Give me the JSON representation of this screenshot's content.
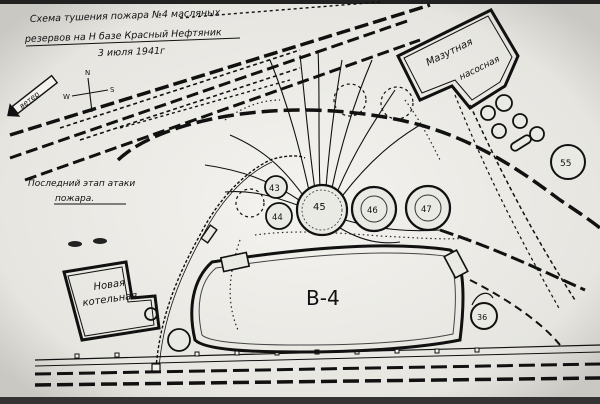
{
  "title": {
    "line1": "Схема тушения пожара №4 масляных",
    "line2": "резервов на Н базе Красный Нефтяник",
    "date": "3 июля 1941г"
  },
  "wind_label": "ветер",
  "compass": {
    "n": "N",
    "s": "S",
    "w": "W"
  },
  "stage_label": {
    "line1": "Последний этап атаки",
    "line2": "пожара."
  },
  "buildings": {
    "new_boiler": {
      "line1": "Новая",
      "line2": "котельная"
    },
    "fuel_oil_pump": {
      "line1": "Мазутная",
      "line2": "насосная"
    }
  },
  "reservoir_main": "В-4",
  "tanks": {
    "t43": "43",
    "t44": "44",
    "t45": "45",
    "t46": "46",
    "t47": "47",
    "t55": "55",
    "t36": "36"
  }
}
